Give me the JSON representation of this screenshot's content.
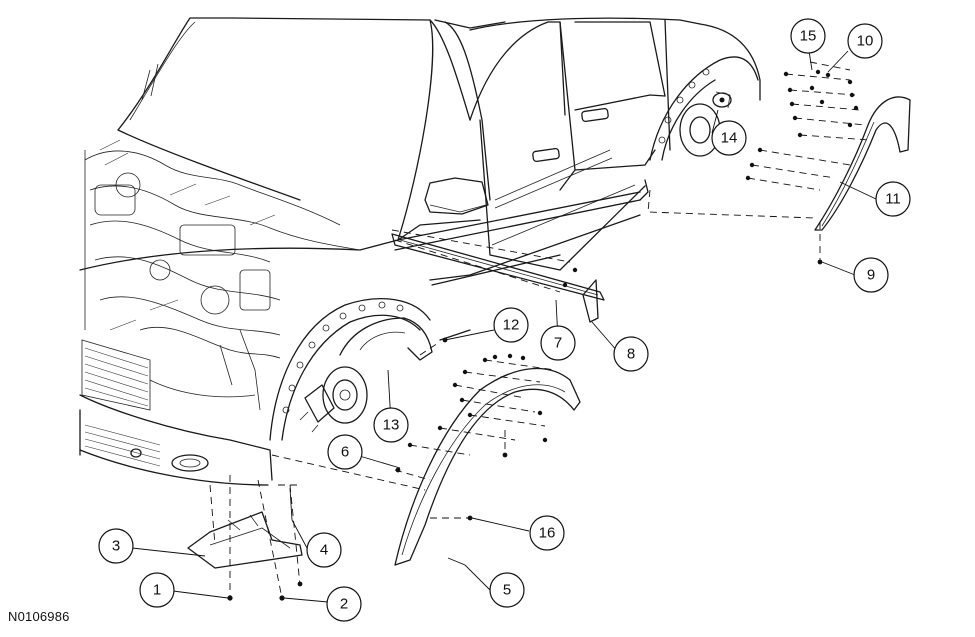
{
  "figure": {
    "id_label": "N0106986"
  },
  "callouts": [
    {
      "key": "c1",
      "label": "1",
      "part": "fastener"
    },
    {
      "key": "c2",
      "label": "2",
      "part": "fastener"
    },
    {
      "key": "c3",
      "label": "3",
      "part": "front-splash-shield"
    },
    {
      "key": "c4",
      "label": "4",
      "part": "pin-type-retainer"
    },
    {
      "key": "c5",
      "label": "5",
      "part": "front-wheel-opening-molding"
    },
    {
      "key": "c6",
      "label": "6",
      "part": "pin-type-retainer"
    },
    {
      "key": "c7",
      "label": "7",
      "part": "rocker-panel-molding"
    },
    {
      "key": "c8",
      "label": "8",
      "part": "rocker-molding-end-cap"
    },
    {
      "key": "c9",
      "label": "9",
      "part": "screw"
    },
    {
      "key": "c10",
      "label": "10",
      "part": "pin-type-retainer"
    },
    {
      "key": "c11",
      "label": "11",
      "part": "rear-wheel-opening-molding"
    },
    {
      "key": "c12",
      "label": "12",
      "part": "screw"
    },
    {
      "key": "c13",
      "label": "13",
      "part": "fender-splash-shield"
    },
    {
      "key": "c14",
      "label": "14",
      "part": "rear-wheel-hub"
    },
    {
      "key": "c15",
      "label": "15",
      "part": "pin-type-retainer"
    },
    {
      "key": "c16",
      "label": "16",
      "part": "pin-type-retainer"
    }
  ],
  "labels": {
    "c1": "1",
    "c2": "2",
    "c3": "3",
    "c4": "4",
    "c5": "5",
    "c6": "6",
    "c7": "7",
    "c8": "8",
    "c9": "9",
    "c10": "10",
    "c11": "11",
    "c12": "12",
    "c13": "13",
    "c14": "14",
    "c15": "15",
    "c16": "16"
  }
}
